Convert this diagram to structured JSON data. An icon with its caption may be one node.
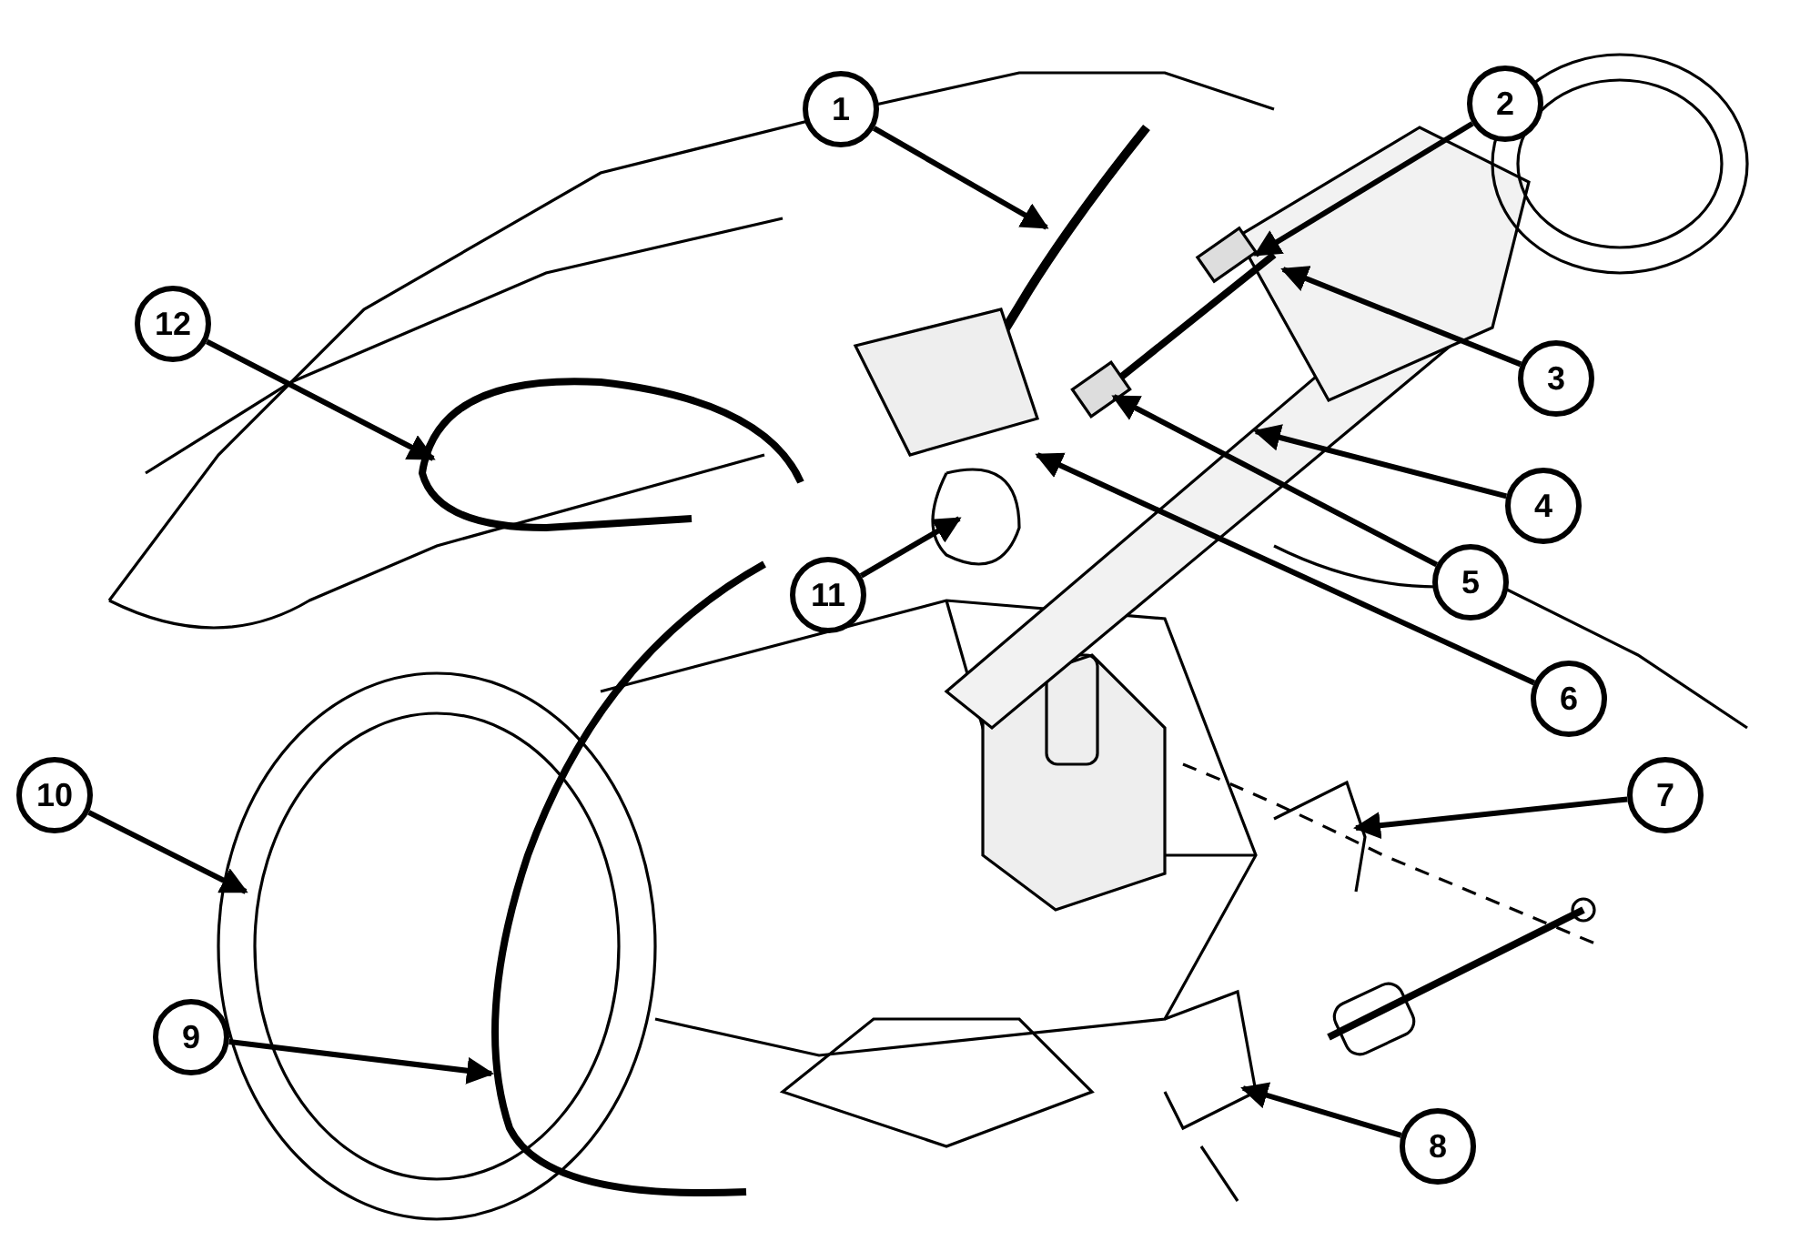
{
  "diagram": {
    "nodes": [
      {
        "text": [
          "1"
        ]
      },
      {
        "text": [
          "2"
        ]
      },
      {
        "text": [
          "12"
        ]
      },
      {
        "text": [
          "3"
        ]
      },
      {
        "text": [
          "4"
        ]
      },
      {
        "text": [
          "5"
        ]
      },
      {
        "text": [
          "11"
        ]
      },
      {
        "text": [
          "6"
        ]
      },
      {
        "text": [
          "10"
        ]
      },
      {
        "text": [
          "7"
        ]
      },
      {
        "text": [
          "9"
        ]
      },
      {
        "text": [
          "8"
        ]
      }
    ],
    "edges": [
      {
        "from": 0,
        "to": null,
        "arrow": "to"
      },
      {
        "from": 1,
        "to": null,
        "arrow": "to"
      },
      {
        "from": 2,
        "to": null,
        "arrow": "to"
      },
      {
        "from": 3,
        "to": null,
        "arrow": "to"
      },
      {
        "from": 4,
        "to": null,
        "arrow": "to"
      },
      {
        "from": 5,
        "to": null,
        "arrow": "to"
      },
      {
        "from": 6,
        "to": null,
        "arrow": "to"
      },
      {
        "from": 7,
        "to": null,
        "arrow": "to"
      },
      {
        "from": 8,
        "to": null,
        "arrow": "to"
      },
      {
        "from": 9,
        "to": null,
        "arrow": "to"
      },
      {
        "from": 10,
        "to": null,
        "arrow": "to"
      },
      {
        "from": 11,
        "to": null,
        "arrow": "to"
      }
    ]
  }
}
